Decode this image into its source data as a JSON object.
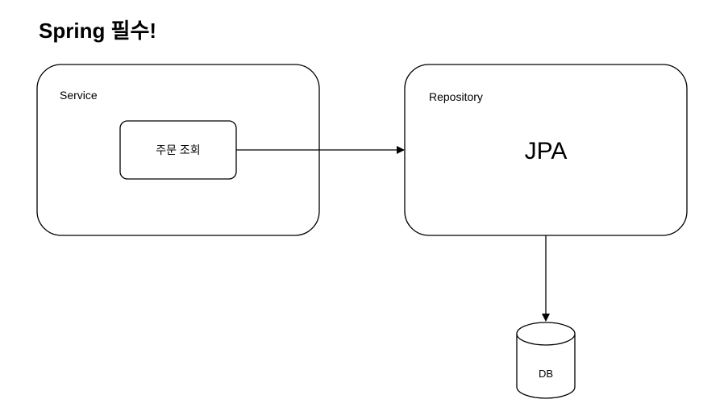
{
  "title": "Spring 필수!",
  "service": {
    "label": "Service",
    "inner_box_label": "주문 조회"
  },
  "repository": {
    "label": "Repository",
    "content_label": "JPA"
  },
  "database": {
    "label": "DB"
  },
  "colors": {
    "stroke": "#000000",
    "fill": "#ffffff",
    "background": "#ffffff"
  }
}
